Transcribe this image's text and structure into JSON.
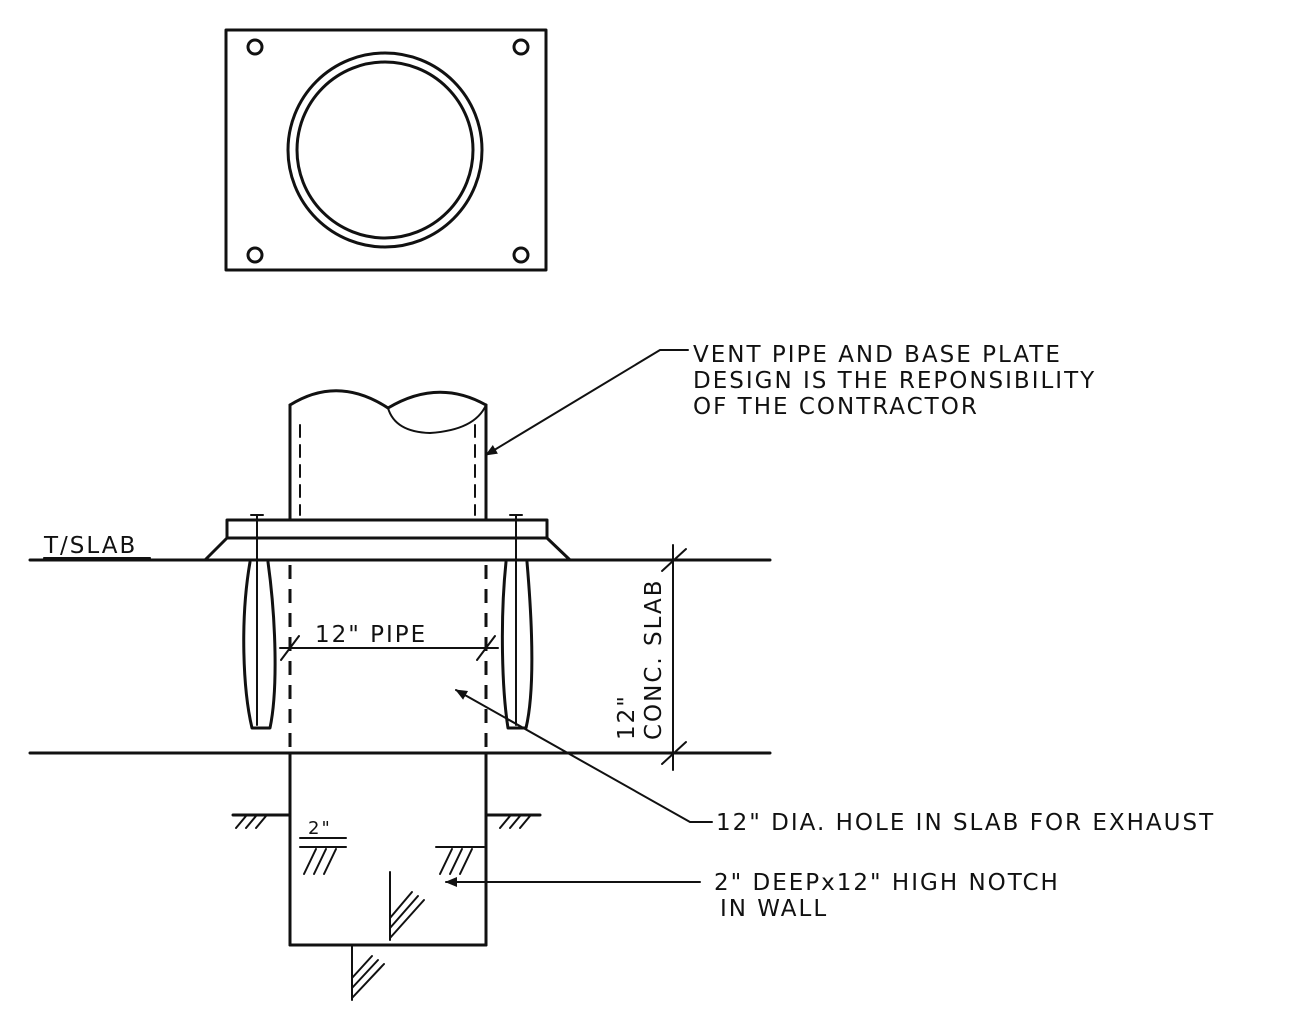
{
  "labels": {
    "vent_note": [
      "VENT PIPE AND BASE PLATE",
      "DESIGN IS THE REPONSIBILITY",
      "OF THE CONTRACTOR"
    ],
    "top_of_slab": "T/SLAB",
    "pipe_dim": "12\" PIPE",
    "slab_dim": [
      "12\"",
      "CONC.  SLAB"
    ],
    "hole_note": "12\" DIA. HOLE IN SLAB FOR EXHAUST",
    "notch_dim": "2\"",
    "notch_note": [
      "2\" DEEPx12\" HIGH NOTCH",
      "IN WALL"
    ]
  },
  "colors": {
    "ink": "#111111",
    "background": "#ffffff"
  }
}
